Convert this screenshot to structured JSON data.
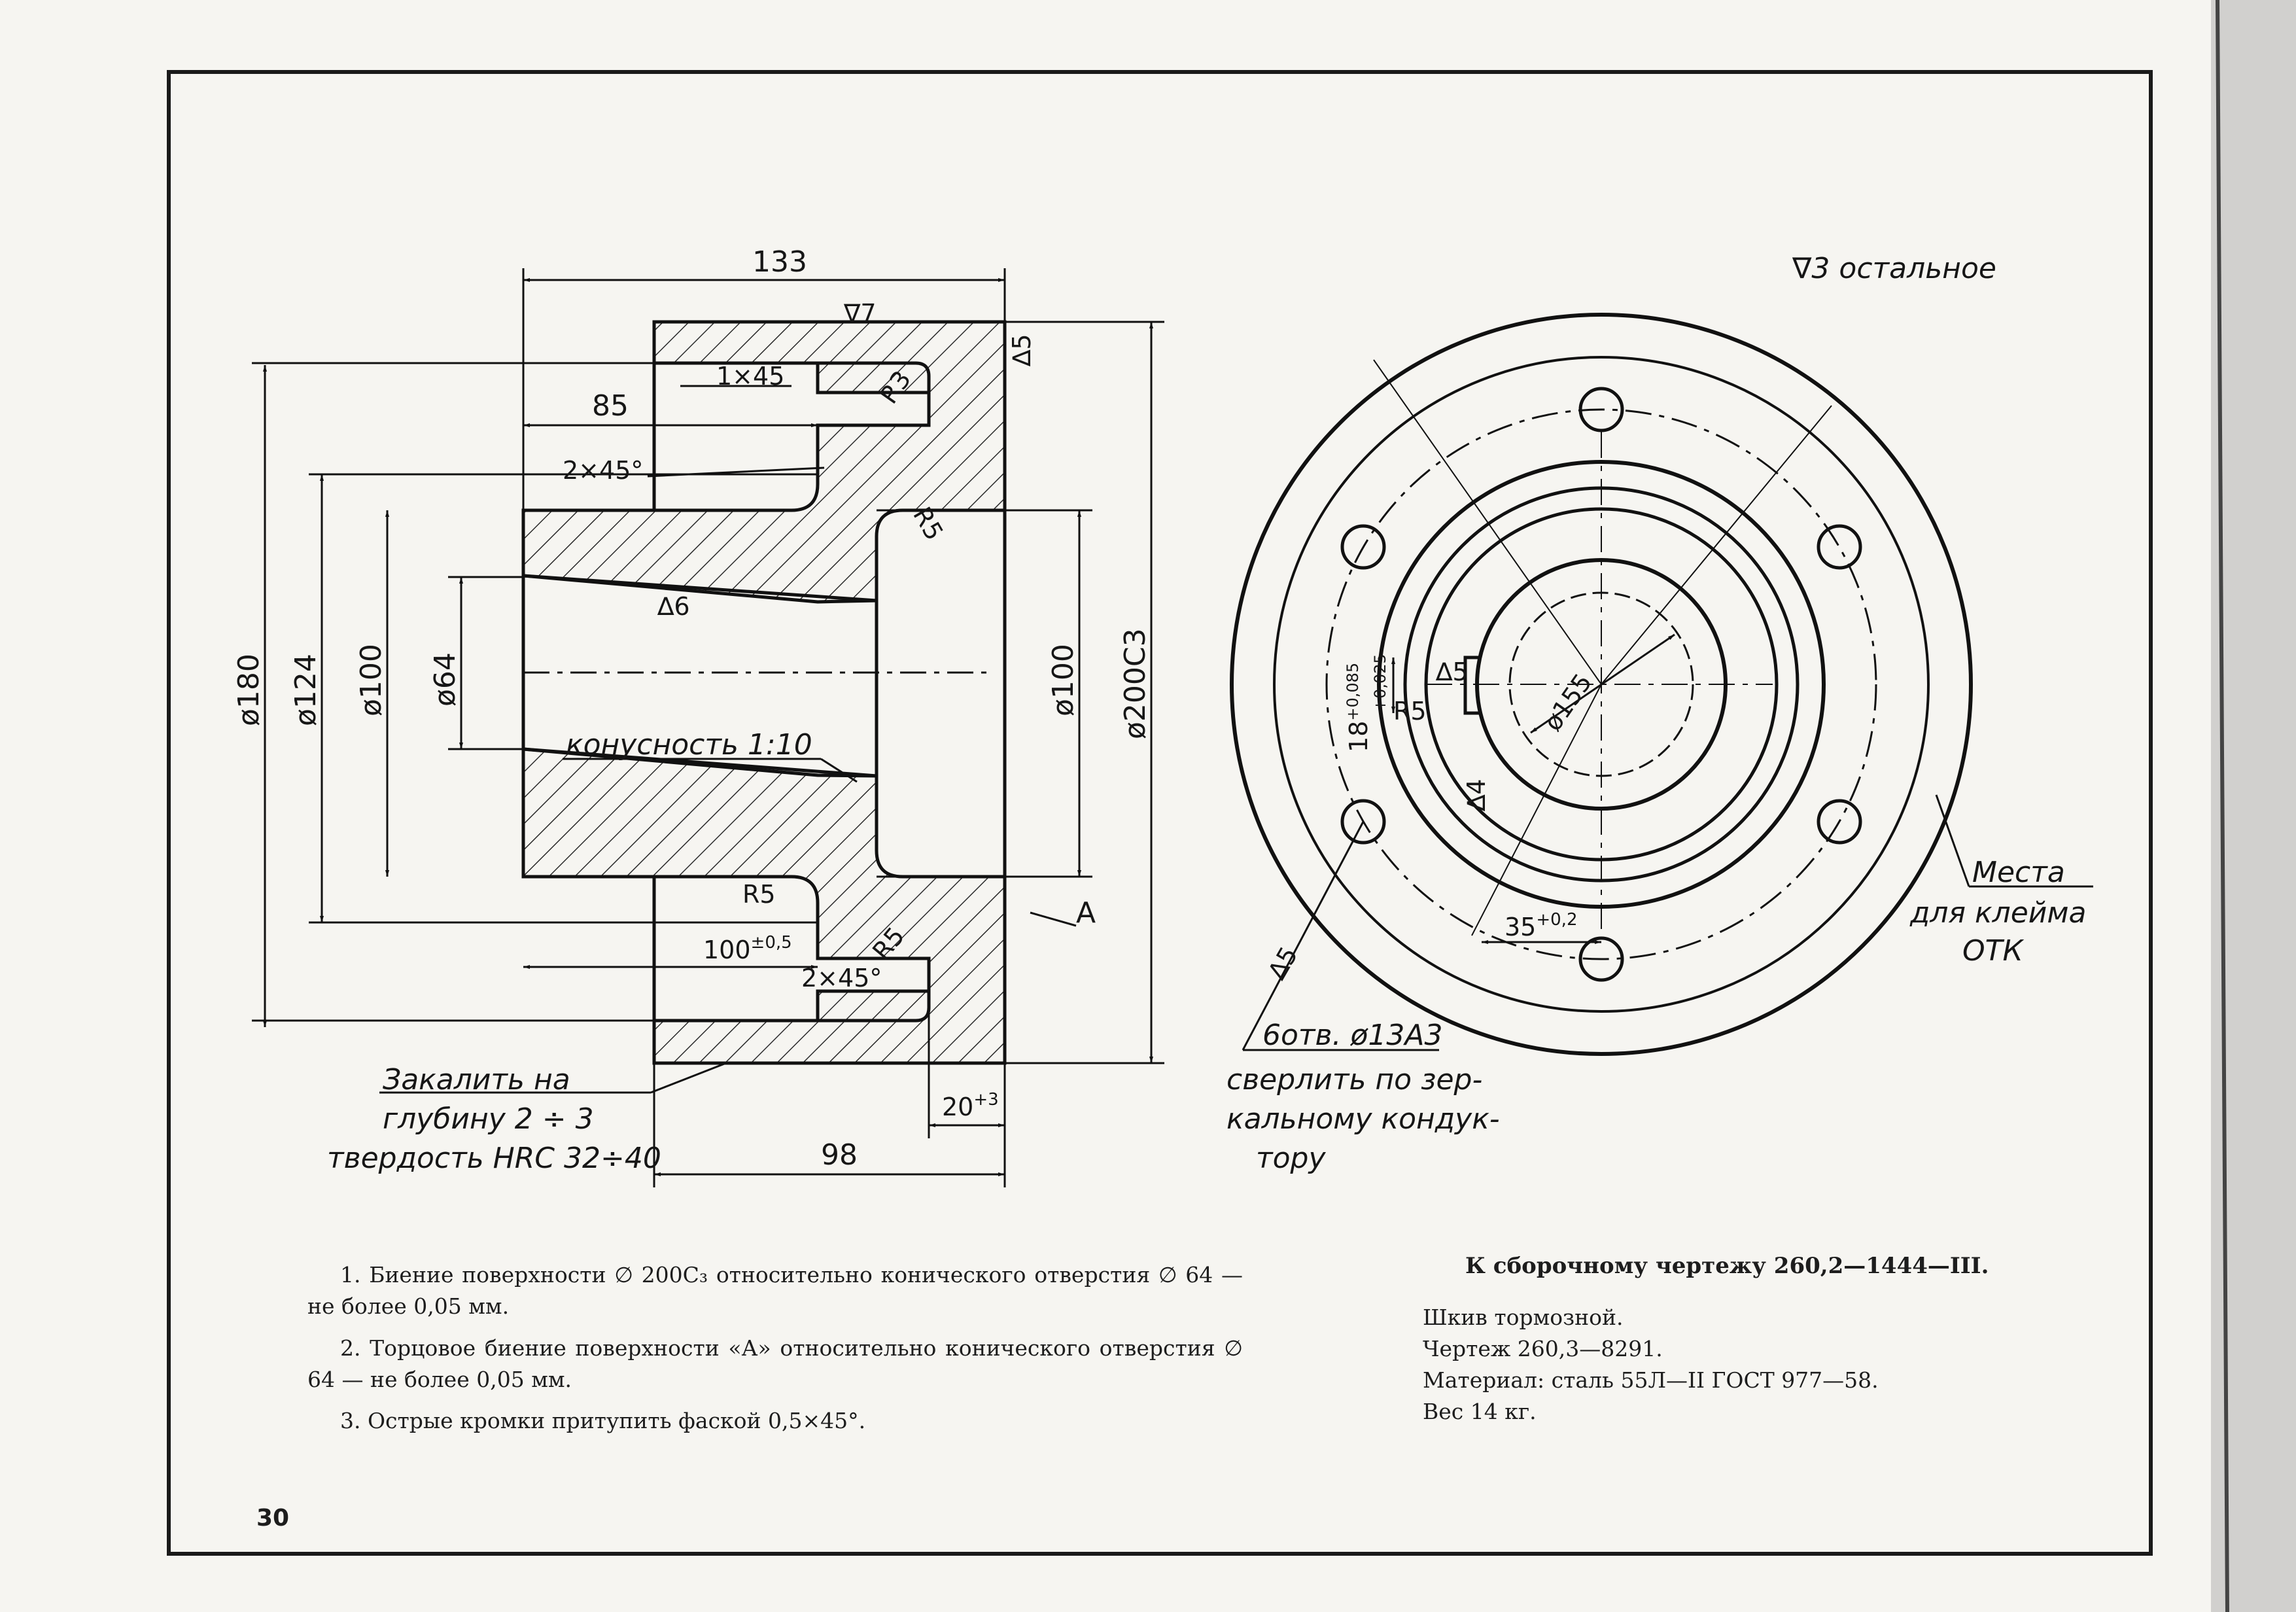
{
  "dims": {
    "d133": "133",
    "roughness_7": "∇7",
    "roughness_5": "∆5",
    "r3": "R3",
    "chamfer_1x45": "1×45",
    "d85": "85",
    "chamfer_2x45_top": "2×45°",
    "r5_top": "R5",
    "roughness_6": "∆6",
    "d180": "ø180",
    "d124": "ø124",
    "d100_left": "ø100",
    "d64": "ø64",
    "taper": "конусность 1:10",
    "d100_right": "ø100",
    "d200": "ø200С3",
    "r5_bottom": "R5",
    "tol_100": "100",
    "tol_100_sup": "±0,5",
    "r5_lower": "R5",
    "chamfer_2x45_bottom": "2×45°",
    "label_a": "А",
    "d20": "20",
    "d20_sup": "+3",
    "d98": "98"
  },
  "hardening": [
    "Закалить на",
    "глубину 2 ÷ 3",
    "твердость НRС 32÷40"
  ],
  "roughness_rest": "∇3 остальное",
  "side_view": {
    "tol_18": "18",
    "tol_18_sup": "+0,085",
    "tol_18_sub": "+0,025",
    "roughness_5": "∆5",
    "r5": "R5",
    "d155": "ø155",
    "roughness_4": "∆4",
    "tol_35": "35",
    "tol_35_sup": "+0,2",
    "roughness_5b": "∆5"
  },
  "holes_note": [
    "6отв. ø13А3",
    "сверлить по зер-",
    "кальному кондук-",
    "тору"
  ],
  "stamp_note": [
    "Места",
    "для клейма",
    "ОТК"
  ],
  "notes": [
    "1. Биение поверхности ∅ 200С₃ относительно конического отверстия ∅ 64 — не более 0,05 мм.",
    "2. Торцовое биение поверхности «А» относительно конического отверстия ∅ 64 — не более 0,05 мм.",
    "3. Острые кромки притупить фаской 0,5×45°."
  ],
  "spec": {
    "title": "К сборочному чертежу 260,2—1444—III.",
    "lines": [
      "Шкив тормозной.",
      "Чертеж 260,3—8291.",
      "Материал: сталь 55Л—II ГОСТ 977—58.",
      "Вес 14 кг."
    ]
  },
  "page_number": "30"
}
